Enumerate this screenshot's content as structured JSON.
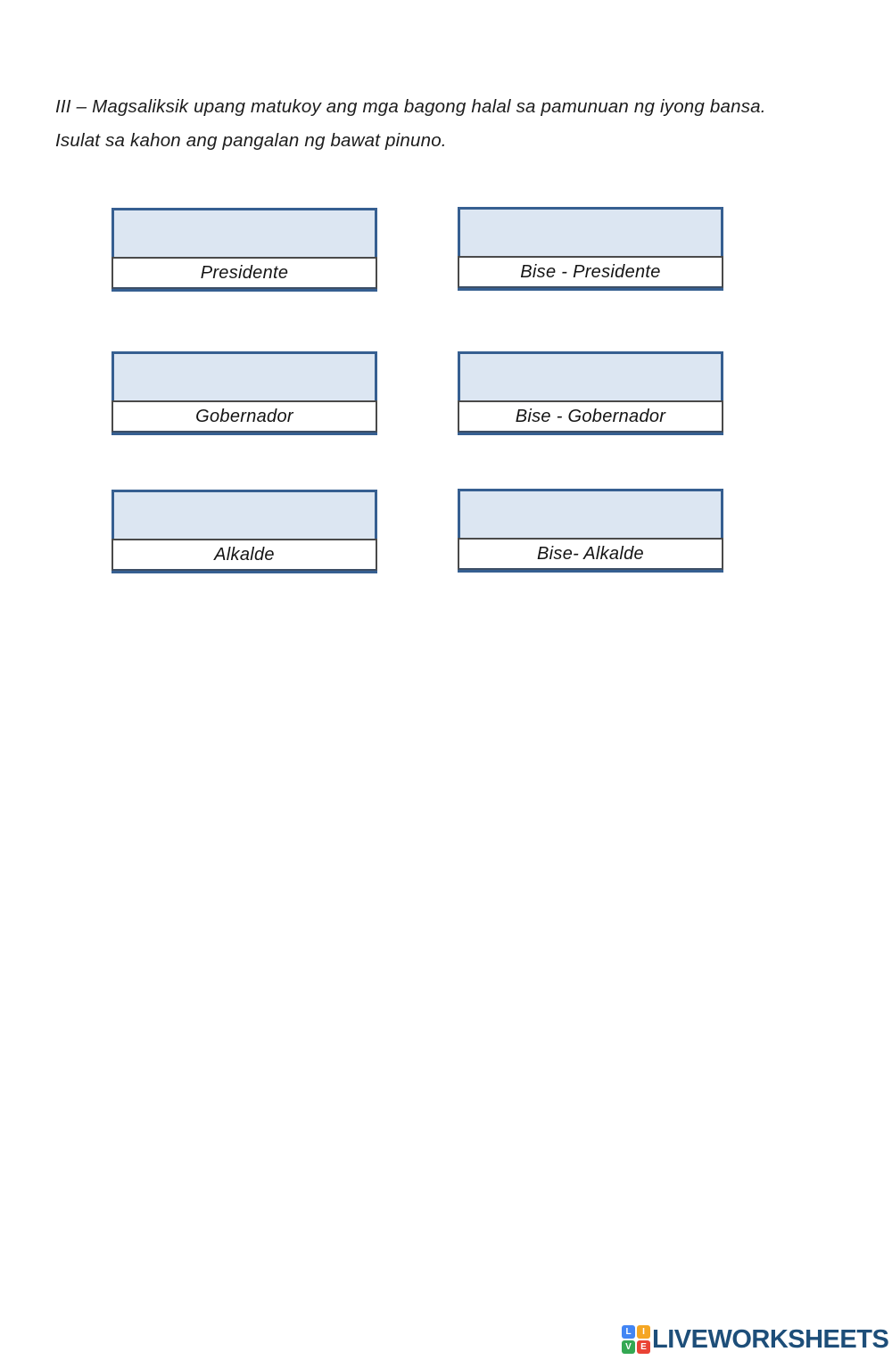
{
  "instructions": {
    "line1": "III – Magsaliksik upang matukoy ang mga bagong halal sa pamunuan ng iyong bansa.",
    "line2": "Isulat sa kahon ang pangalan ng bawat pinuno."
  },
  "boxes": [
    {
      "id": "presidente",
      "label": "Presidente",
      "value": ""
    },
    {
      "id": "bise-presidente",
      "label": "Bise - Presidente",
      "value": ""
    },
    {
      "id": "gobernador",
      "label": "Gobernador",
      "value": ""
    },
    {
      "id": "bise-gobernador",
      "label": "Bise - Gobernador",
      "value": ""
    },
    {
      "id": "alkalde",
      "label": "Alkalde",
      "value": ""
    },
    {
      "id": "bise-alkalde",
      "label": "Bise- Alkalde",
      "value": ""
    }
  ],
  "colors": {
    "box_border": "#365F91",
    "box_fill": "#DCE6F2",
    "label_strip_border": "#4a4a4a",
    "wordmark_blue": "#1D4E79"
  },
  "footer": {
    "wordmark": "LIVEWORKSHEETS",
    "tiles": [
      {
        "letter": "L",
        "color": "#4285F4"
      },
      {
        "letter": "I",
        "color": "#F5A623"
      },
      {
        "letter": "V",
        "color": "#34A853"
      },
      {
        "letter": "E",
        "color": "#EA4335"
      }
    ]
  }
}
